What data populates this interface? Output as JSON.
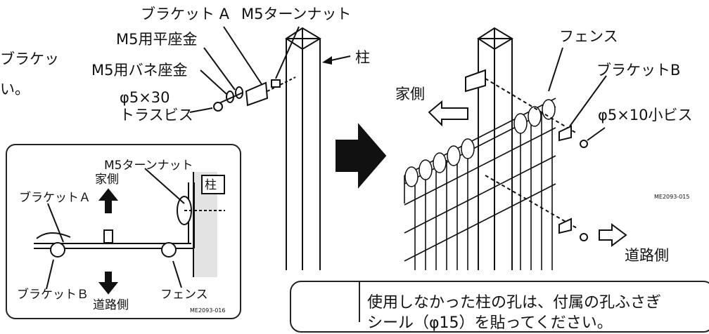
{
  "left_text": {
    "line1": "ブラケッ",
    "line2": "い。"
  },
  "labels": {
    "bracket_a": "ブラケット A",
    "turn_nut": "M5ターンナット",
    "flat_washer": "M5用平座金",
    "spring_washer": "M5用バネ座金",
    "screw_line1": "φ5×30",
    "screw_line2": "トラスビス",
    "post": "柱",
    "fence": "フェンス",
    "house_side": "家側",
    "bracket_b": "ブラケットB",
    "small_screw": "φ5×10小ビス",
    "road_side": "道路側",
    "code_right": "ME2093-015"
  },
  "inset": {
    "turn_nut": "M5ターンナット",
    "post": "柱",
    "house_side": "家側",
    "bracket_a": "ブラケットＡ",
    "bracket_b": "ブラケットＢ",
    "road_side": "道路側",
    "fence": "フェンス",
    "code": "ME2093-016"
  },
  "note": {
    "text_line1": "使用しなかった柱の孔は、付属の孔ふさぎ",
    "text_line2": "シール（φ15）を貼ってください。"
  }
}
